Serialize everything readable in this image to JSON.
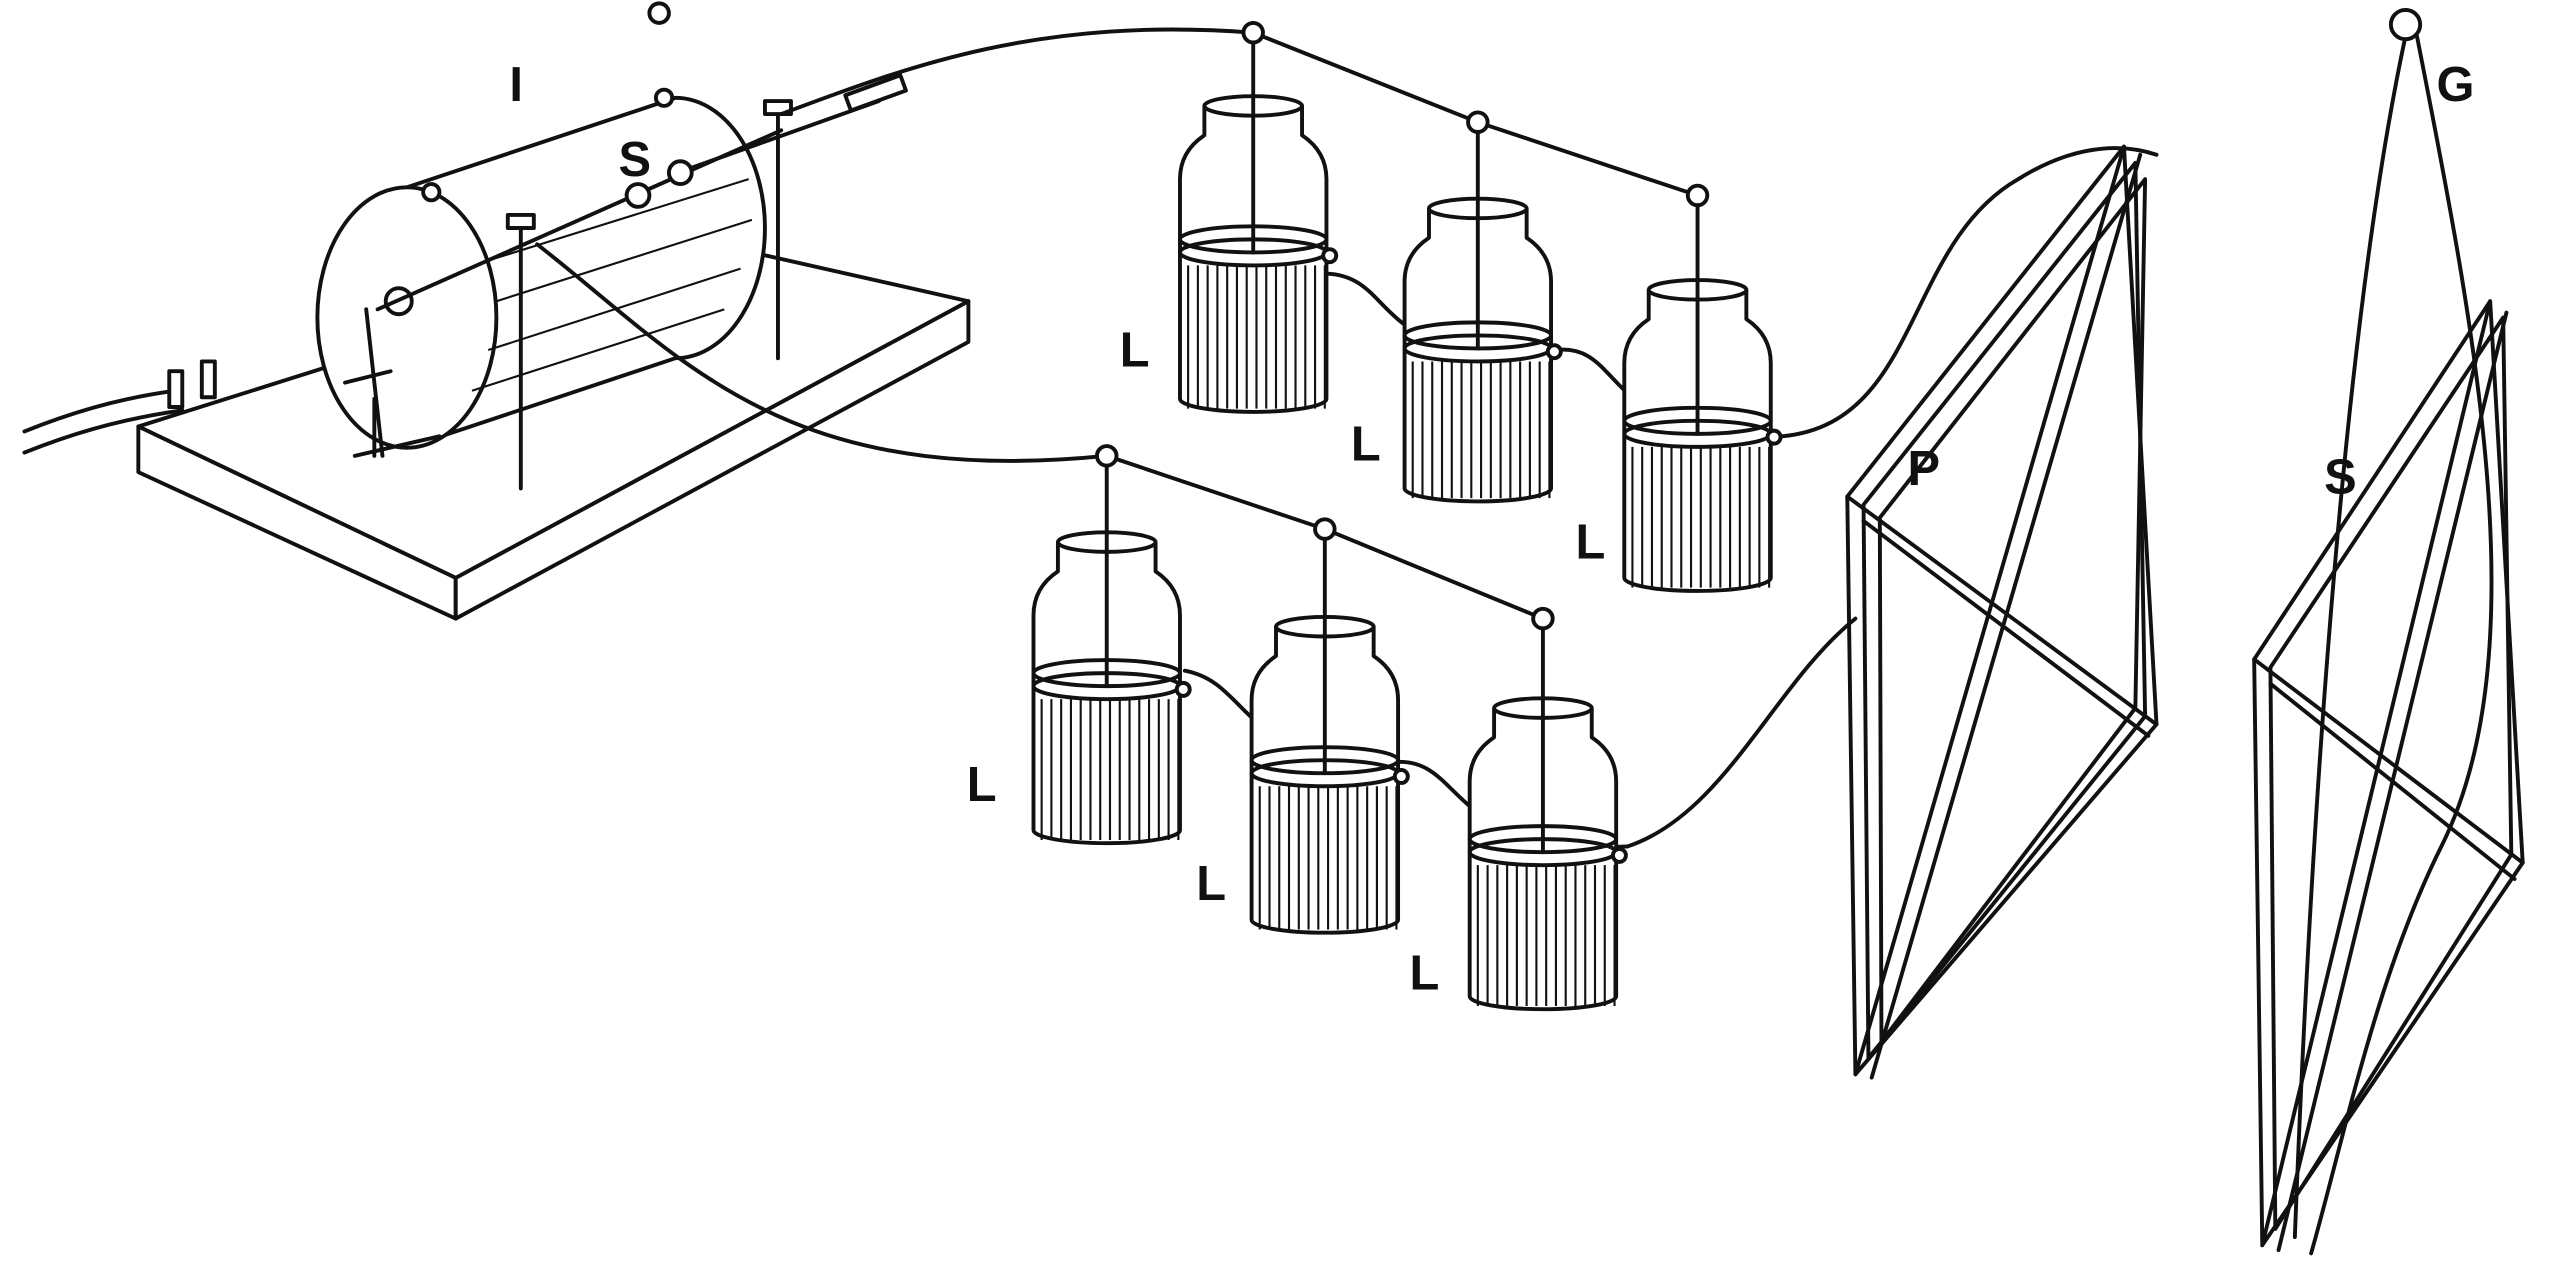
{
  "labels": {
    "induction_coil": "I",
    "spark_gap": "S",
    "jar_1": "L",
    "jar_2": "L",
    "jar_3": "L",
    "jar_4": "L",
    "jar_5": "L",
    "jar_6": "L",
    "primary_coil": "P",
    "secondary_coil": "S",
    "galvanometer": "G"
  }
}
